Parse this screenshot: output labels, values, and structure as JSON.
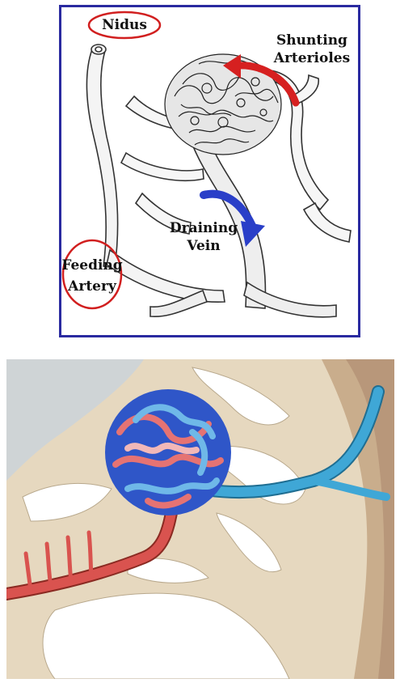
{
  "top_diagram": {
    "labels": {
      "nidus": "Nidus",
      "shunting_line1": "Shunting",
      "shunting_line2": "Arterioles",
      "draining_line1": "Draining",
      "draining_line2": "Vein",
      "feeding_line1": "Feeding",
      "feeding_line2": "Artery"
    },
    "colors": {
      "frame": "#2a2aa0",
      "circle_outline": "#d11f1f",
      "shunting_arrow": "#d62020",
      "draining_arrow": "#2a3fc8"
    }
  },
  "bottom_illustration": {
    "colors": {
      "artery": "#d9534f",
      "vein": "#3fa7d6",
      "nidus_blue": "#2f56c8",
      "brain_tissue": "#e6d8bf",
      "cortex": "#c9ad8c",
      "sulcus": "#ffffff"
    }
  }
}
